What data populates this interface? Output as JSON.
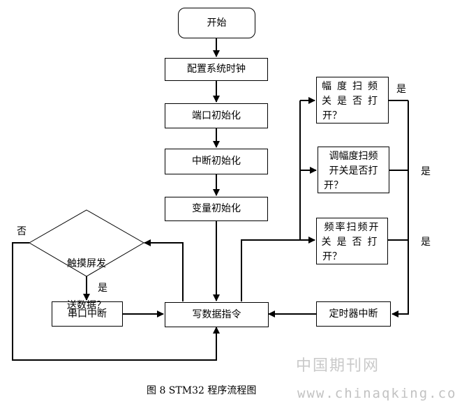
{
  "nodes": {
    "start": "开始",
    "sys_clock": "配置系统时钟",
    "port_init": "端口初始化",
    "int_init": "中断初始化",
    "var_init": "变量初始化",
    "write_cmd": "写数据指令",
    "touch_line1": "触摸屏发",
    "touch_line2": "送数据？",
    "uart_int": "串口中断",
    "amp_sweep_l1": "幅度扫频",
    "amp_sweep_l2": "关是否打",
    "amp_sweep_l3": "开？",
    "mod_amp_l1": "调幅度扫频",
    "mod_amp_l2": "开关是否打",
    "mod_amp_l3": "开？",
    "freq_sweep_l1": "频率扫频开",
    "freq_sweep_l2": "关是否打",
    "freq_sweep_l3": "开？",
    "timer_int": "定时器中断"
  },
  "labels": {
    "no": "否",
    "yes_touch": "是",
    "yes_amp": "是",
    "yes_mod": "是",
    "yes_freq": "是"
  },
  "caption": "图 8 STM32 程序流程图",
  "watermark": {
    "cn": "中国期刊网",
    "url": "www.chinaqking.com"
  }
}
